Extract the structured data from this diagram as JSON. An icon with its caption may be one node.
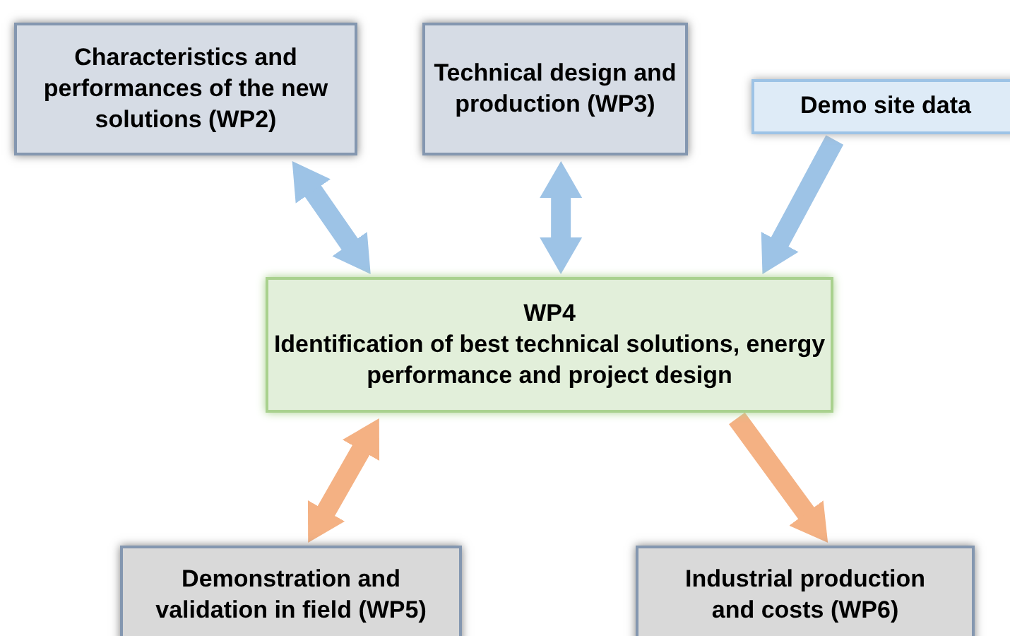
{
  "diagram": {
    "nodes": [
      {
        "text": [
          "Characteristics and performances of the new solutions (WP2)"
        ]
      },
      {
        "text": [
          "Technical design and production (WP3)"
        ]
      },
      {
        "text": [
          "Demo site data"
        ]
      },
      {
        "text": [
          "WP4",
          "Identification of best technical solutions, energy performance and project design"
        ]
      },
      {
        "text": [
          "Demonstration and validation in field (WP5)"
        ]
      },
      {
        "text": [
          "Industrial production and costs (WP6)"
        ]
      }
    ],
    "edges": [
      {
        "from": 0,
        "to": 3,
        "arrow": "both"
      },
      {
        "from": 1,
        "to": 3,
        "arrow": "both"
      },
      {
        "from": 2,
        "to": 3,
        "arrow": "to"
      },
      {
        "from": 3,
        "to": 4,
        "arrow": "both",
        "color": "#f4b183"
      },
      {
        "from": 3,
        "to": 5,
        "arrow": "to",
        "color": "#f4b183"
      }
    ]
  }
}
